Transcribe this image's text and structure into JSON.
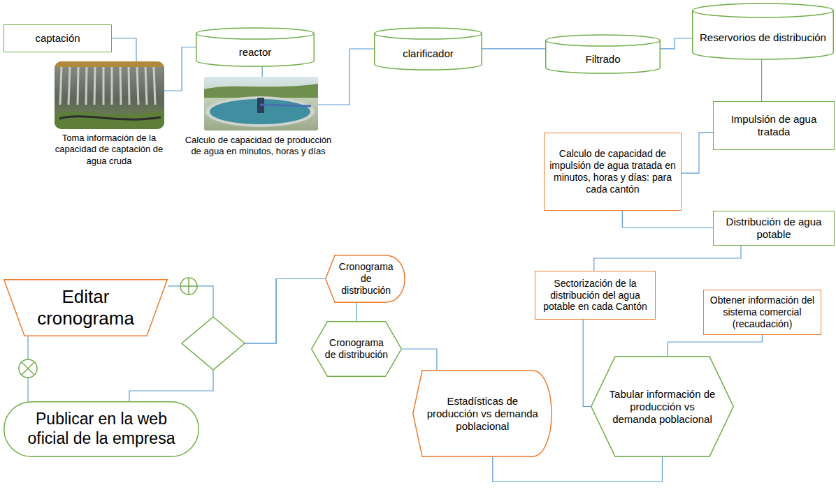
{
  "diagram": {
    "nodes": [
      {
        "text": [
          "captación"
        ]
      },
      {
        "text": [
          "reactor"
        ]
      },
      {
        "text": [
          "clarificador"
        ]
      },
      {
        "text": [
          "Filtrado"
        ]
      },
      {
        "text": [
          "Reservorios de distribución"
        ]
      },
      {
        "text": [
          "Impulsión de agua tratada"
        ]
      },
      {
        "text": [
          "Calculo de capacidad de impulsión de agua tratada en minutos, horas y días: para cada cantón"
        ]
      },
      {
        "text": [
          "Distribución de agua potable"
        ]
      },
      {
        "text": [
          "Sectorización de la distribución del agua potable en cada Cantón"
        ]
      },
      {
        "text": [
          "Obtener información del sistema comercial (recaudación)"
        ]
      },
      {
        "text": [
          "Tabular información de producción vs demanda poblacional"
        ]
      },
      {
        "text": [
          "Estadísticas de producción vs demanda poblacional"
        ]
      },
      {
        "text": [
          "Cronograma de distribución"
        ]
      },
      {
        "text": [
          "Cronograma de distribución"
        ]
      },
      {
        "text": [
          "Editar cronograma"
        ]
      },
      {
        "text": [
          "Publicar en la web oficial de la empresa"
        ]
      }
    ],
    "edges": [
      {
        "from": 0,
        "to": 1,
        "arrow": "none"
      },
      {
        "from": 1,
        "to": 2,
        "arrow": "none"
      },
      {
        "from": 2,
        "to": 3,
        "arrow": "none"
      },
      {
        "from": 3,
        "to": 4,
        "arrow": "none"
      },
      {
        "from": 4,
        "to": 5,
        "arrow": "none"
      },
      {
        "from": 5,
        "to": 6,
        "arrow": "none"
      },
      {
        "from": 6,
        "to": 7,
        "arrow": "none"
      },
      {
        "from": 7,
        "to": 8,
        "arrow": "none"
      },
      {
        "from": 8,
        "to": 10,
        "arrow": "none"
      },
      {
        "from": 9,
        "to": 10,
        "arrow": "none"
      },
      {
        "from": 10,
        "to": 11,
        "arrow": "none"
      },
      {
        "from": 11,
        "to": 12,
        "arrow": "none"
      },
      {
        "from": 12,
        "to": 13,
        "arrow": "none"
      },
      {
        "from": 13,
        "to": 14,
        "arrow": "none"
      },
      {
        "from": 13,
        "to": 15,
        "arrow": "none"
      },
      {
        "from": 14,
        "to": 15,
        "arrow": "none"
      }
    ],
    "labels": [
      "Toma información de la capacidad de captación de agua cruda",
      "Calculo de capacidad de producción de agua en minutos, horas y días"
    ]
  }
}
